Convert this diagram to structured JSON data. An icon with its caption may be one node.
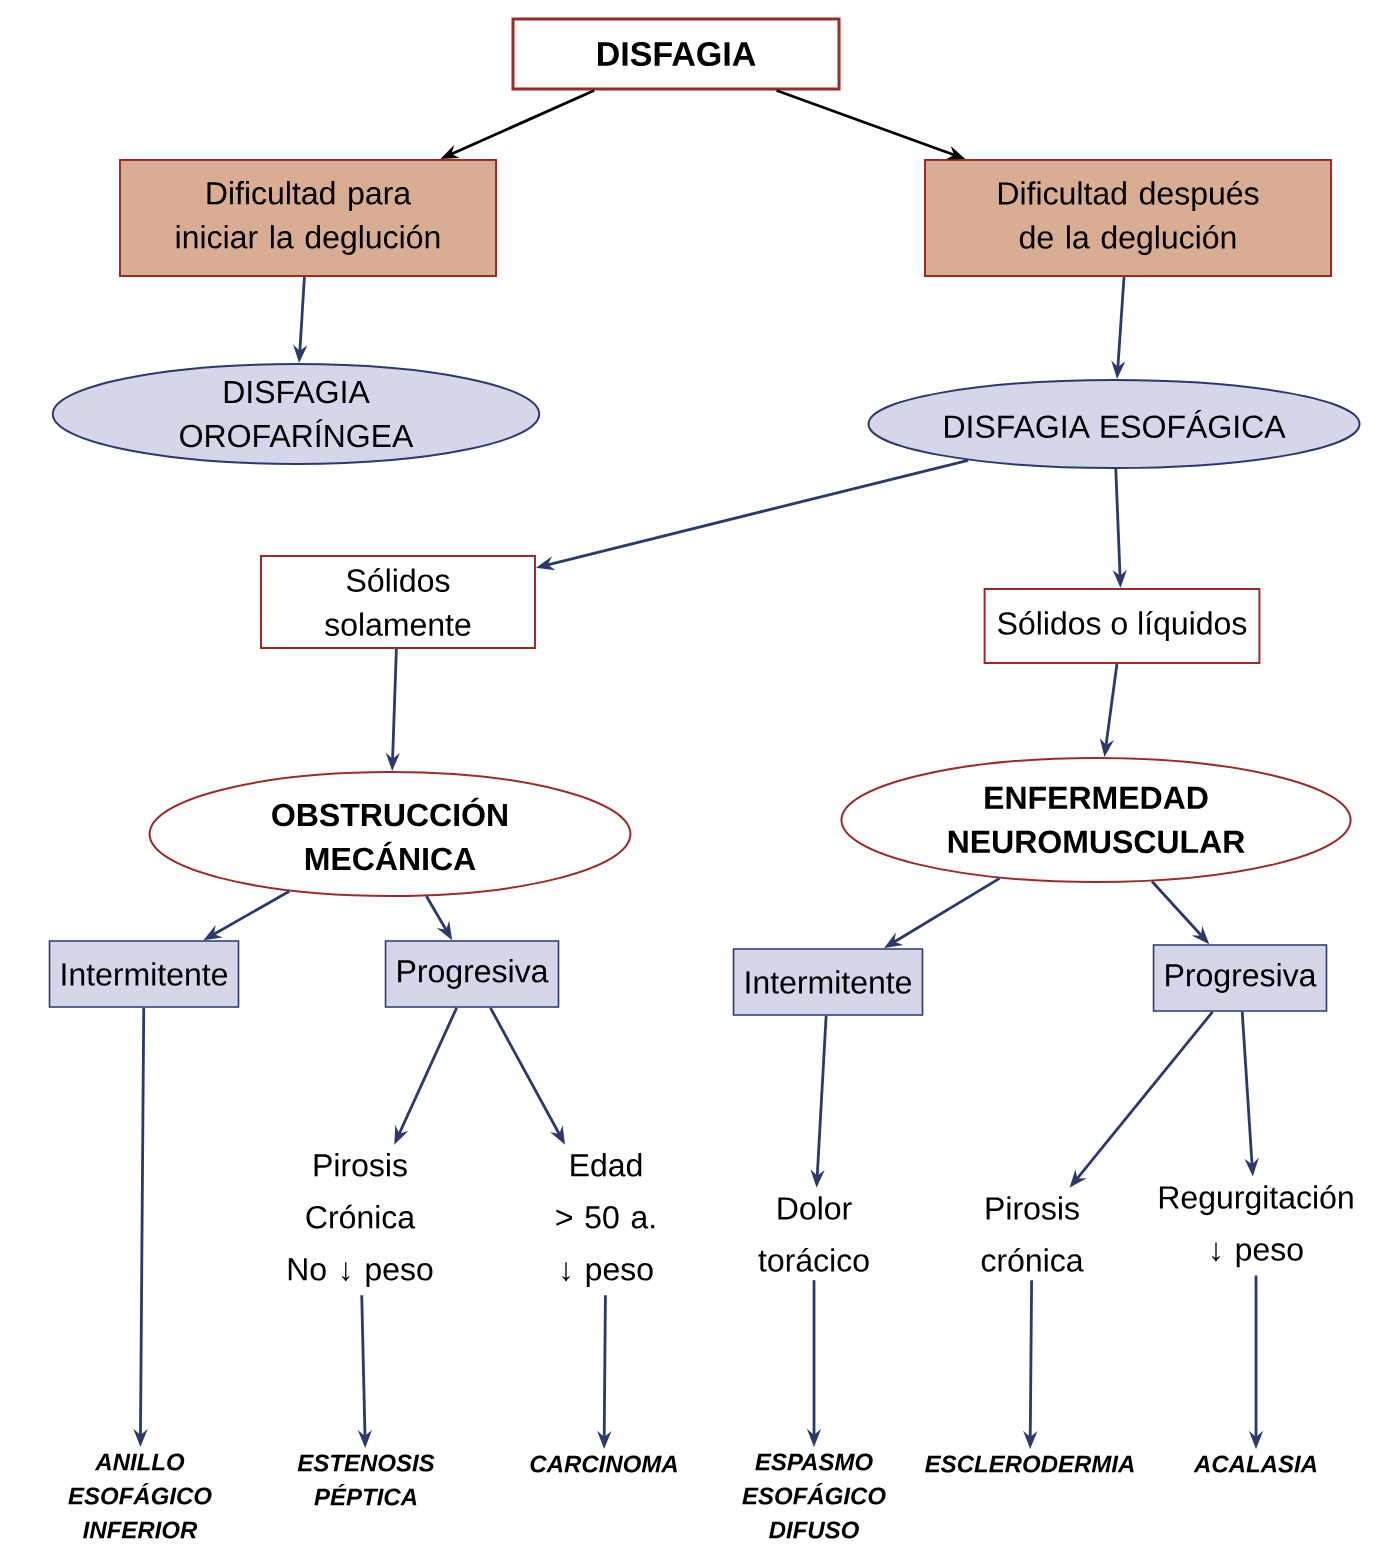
{
  "diagram": {
    "nodes": [
      {
        "text": [
          "DISFAGIA"
        ]
      },
      {
        "text": [
          "Dificultad para iniciar la deglución"
        ]
      },
      {
        "text": [
          "Dificultad después de la deglución"
        ]
      },
      {
        "text": [
          "DISFAGIA OROFARÍNGEA"
        ]
      },
      {
        "text": [
          "DISFAGIA ESOFÁGICA"
        ]
      },
      {
        "text": [
          "Sólidos solamente"
        ]
      },
      {
        "text": [
          "Sólidos o líquidos"
        ]
      },
      {
        "text": [
          "OBSTRUCCIÓN MECÁNICA"
        ]
      },
      {
        "text": [
          "ENFERMEDAD NEUROMUSCULAR"
        ]
      },
      {
        "text": [
          "Intermitente"
        ]
      },
      {
        "text": [
          "Progresiva"
        ]
      },
      {
        "text": [
          "Intermitente"
        ]
      },
      {
        "text": [
          "Progresiva"
        ]
      },
      {
        "text": [
          "Pirosis Crónica No ↓ peso"
        ]
      },
      {
        "text": [
          "Edad > 50 a. ↓ peso"
        ]
      },
      {
        "text": [
          "Dolor torácico"
        ]
      },
      {
        "text": [
          "Pirosis crónica"
        ]
      },
      {
        "text": [
          "Regurgitación ↓ peso"
        ]
      },
      {
        "text": [
          "ANILLO ESOFÁGICO INFERIOR"
        ]
      },
      {
        "text": [
          "ESTENOSIS PÉPTICA"
        ]
      },
      {
        "text": [
          "CARCINOMA"
        ]
      },
      {
        "text": [
          "ESPASMO ESOFÁGICO DIFUSO"
        ]
      },
      {
        "text": [
          "ESCLERODERMIA"
        ]
      },
      {
        "text": [
          "ACALASIA"
        ]
      }
    ],
    "edges": [
      {
        "from": 0,
        "to": 1,
        "arrow": "to",
        "color": "#000000"
      },
      {
        "from": 0,
        "to": 2,
        "arrow": "to",
        "color": "#000000"
      },
      {
        "from": 1,
        "to": 3,
        "arrow": "to"
      },
      {
        "from": 2,
        "to": 4,
        "arrow": "to"
      },
      {
        "from": 4,
        "to": 5,
        "arrow": "to"
      },
      {
        "from": 4,
        "to": 6,
        "arrow": "to"
      },
      {
        "from": 5,
        "to": 7,
        "arrow": "to"
      },
      {
        "from": 6,
        "to": 8,
        "arrow": "to"
      },
      {
        "from": 7,
        "to": 9,
        "arrow": "to"
      },
      {
        "from": 7,
        "to": 10,
        "arrow": "to"
      },
      {
        "from": 8,
        "to": 11,
        "arrow": "to"
      },
      {
        "from": 8,
        "to": 12,
        "arrow": "to"
      },
      {
        "from": 9,
        "to": 18,
        "arrow": "to"
      },
      {
        "from": 10,
        "to": 13,
        "arrow": "to"
      },
      {
        "from": 10,
        "to": 14,
        "arrow": "to"
      },
      {
        "from": 13,
        "to": 19,
        "arrow": "to"
      },
      {
        "from": 14,
        "to": 20,
        "arrow": "to"
      },
      {
        "from": 11,
        "to": 15,
        "arrow": "to"
      },
      {
        "from": 12,
        "to": 16,
        "arrow": "to"
      },
      {
        "from": 12,
        "to": 17,
        "arrow": "to"
      },
      {
        "from": 15,
        "to": 21,
        "arrow": "to"
      },
      {
        "from": 16,
        "to": 22,
        "arrow": "to"
      },
      {
        "from": 17,
        "to": 23,
        "arrow": "to"
      }
    ]
  }
}
